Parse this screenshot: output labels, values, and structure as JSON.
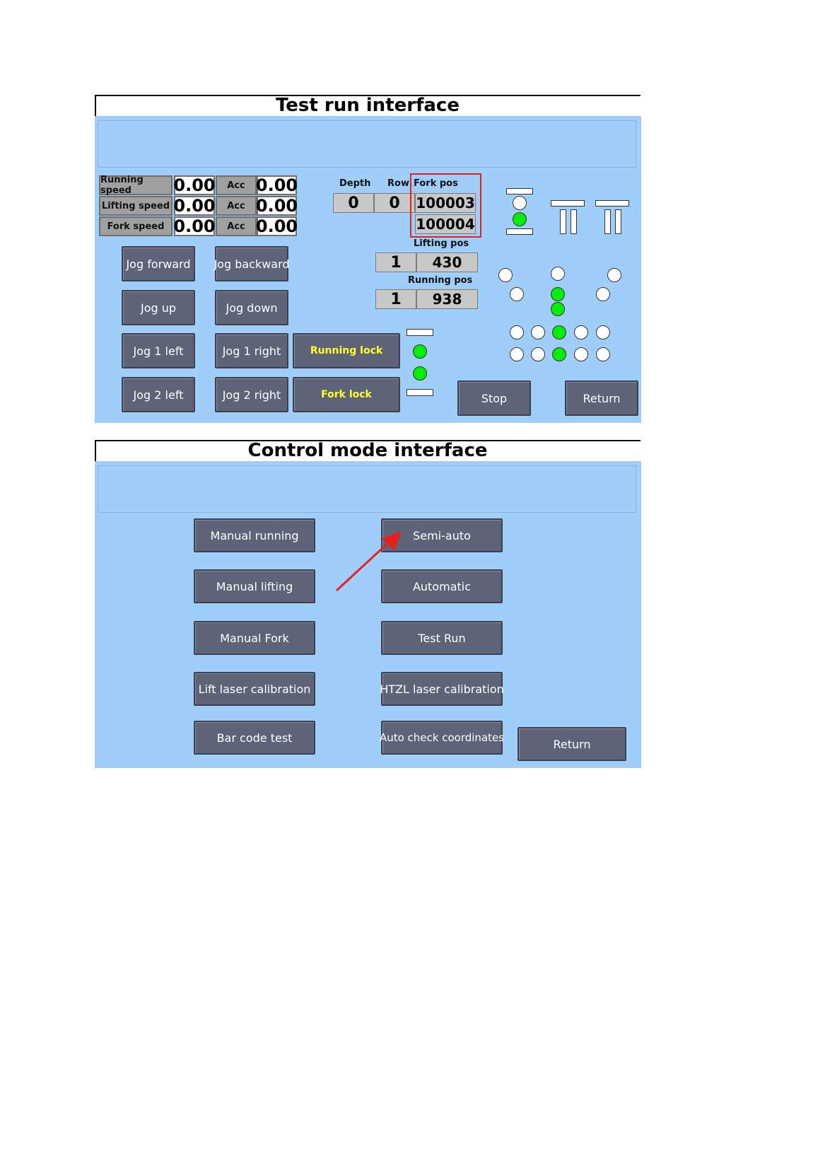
{
  "test_run": {
    "title": "Test run interface",
    "speeds": [
      {
        "label": "Running speed",
        "value": "0.00",
        "acc_label": "Acc",
        "acc_value": "0.00"
      },
      {
        "label": "Lifting speed",
        "value": "0.00",
        "acc_label": "Acc",
        "acc_value": "0.00"
      },
      {
        "label": "Fork speed",
        "value": "0.00",
        "acc_label": "Acc",
        "acc_value": "0.00"
      }
    ],
    "depth_label": "Depth",
    "row_label": "Row",
    "fork_pos_label": "Fork pos",
    "depth_value": "0",
    "row_value": "0",
    "fork_pos_1": "100003",
    "fork_pos_2": "100004",
    "lifting_pos_label": "Lifting pos",
    "lifting_pos_index": "1",
    "lifting_pos_value": "430",
    "running_pos_label": "Running pos",
    "running_pos_index": "1",
    "running_pos_value": "938",
    "buttons": {
      "jog_forward": "Jog forward",
      "jog_backward": "Jog backward",
      "jog_up": "Jog up",
      "jog_down": "Jog down",
      "jog_1_left": "Jog 1 left",
      "jog_1_right": "Jog 1 right",
      "running_lock": "Running  lock",
      "jog_2_left": "Jog 2 left",
      "jog_2_right": "Jog 2 right",
      "fork_lock": "Fork  lock",
      "stop": "Stop",
      "return": "Return"
    },
    "indicator_on_color": "#00ee00"
  },
  "control_mode": {
    "title": "Control mode interface",
    "buttons": {
      "manual_running": "Manual running",
      "semi_auto": "Semi-auto",
      "manual_lifting": "Manual lifting",
      "automatic": "Automatic",
      "manual_fork": "Manual Fork",
      "test_run": "Test Run",
      "lift_laser": "Lift laser calibration",
      "htzl_laser": "HTZL laser calibration",
      "bar_code": "Bar code test",
      "auto_check": "Auto check coordinates",
      "return": "Return"
    },
    "arrow_color": "#e52020"
  },
  "colors": {
    "panel_bg": "#a0cefa",
    "button_bg": "#5f6378",
    "highlight": "#e52020"
  }
}
